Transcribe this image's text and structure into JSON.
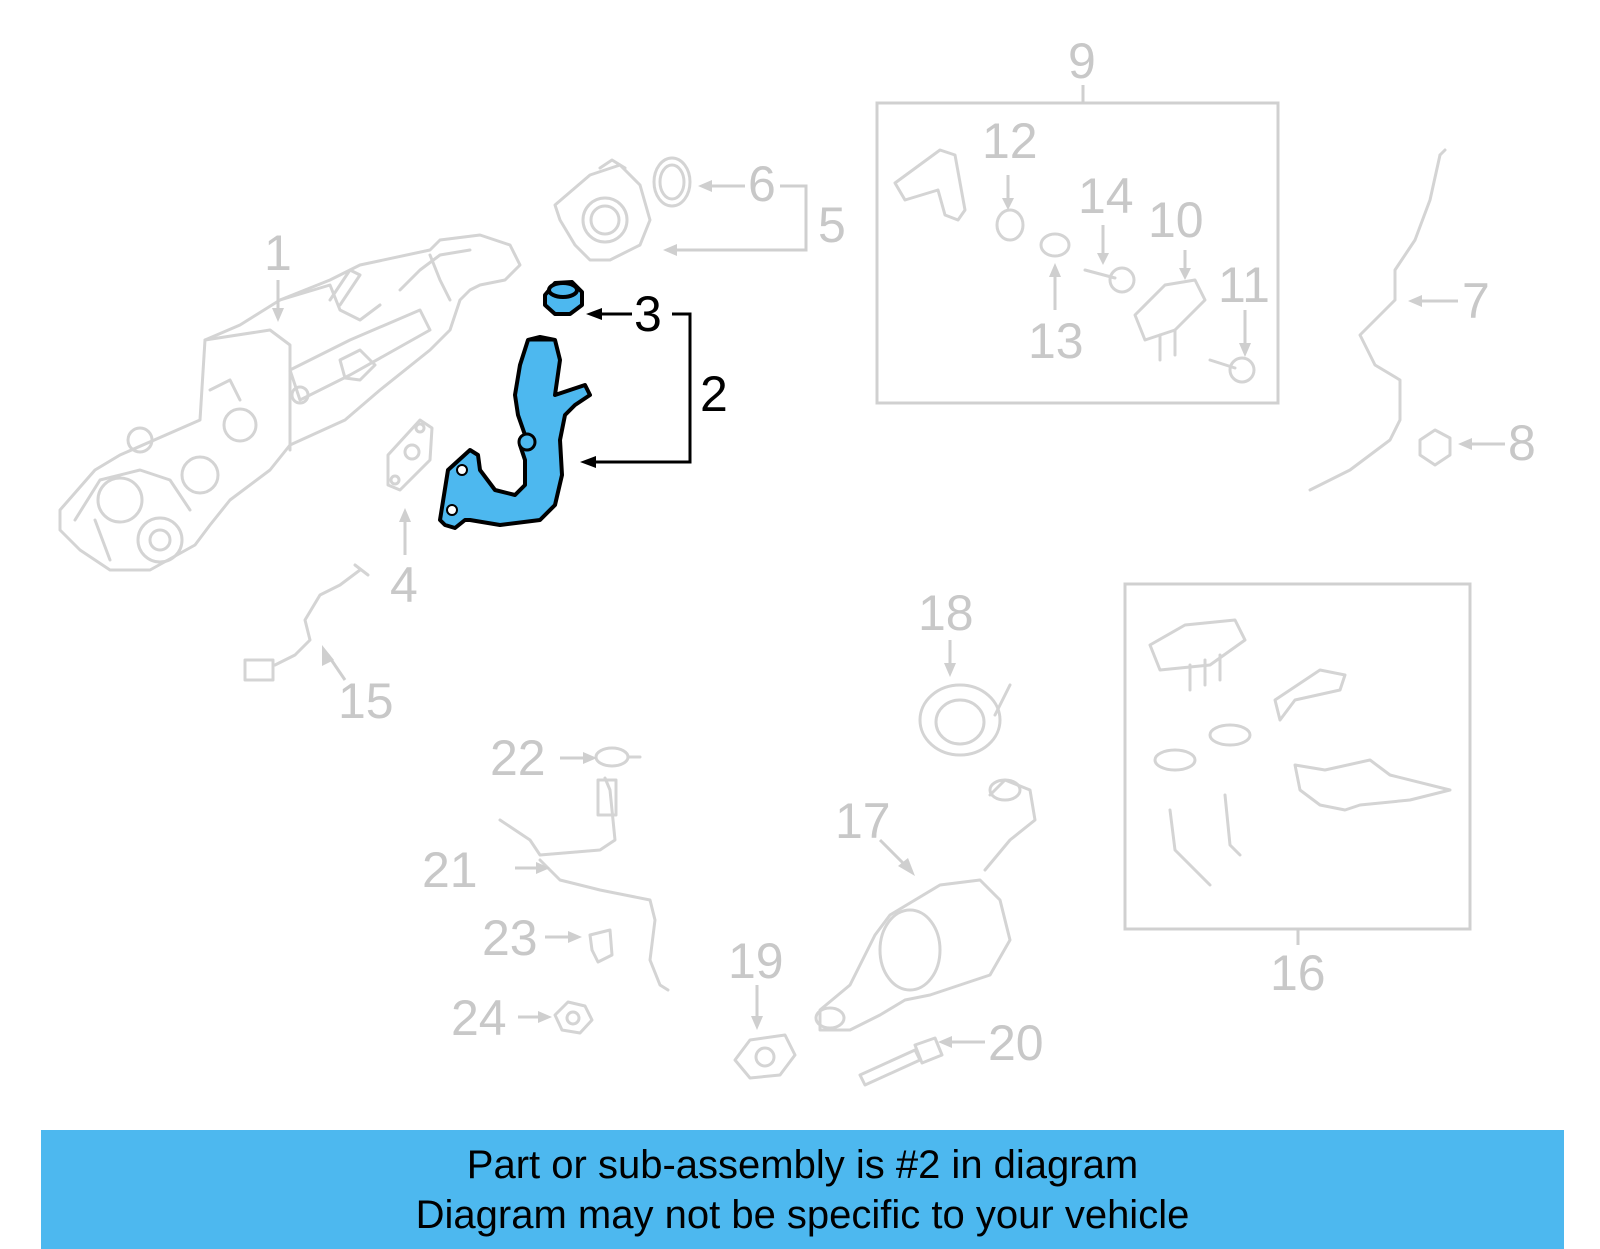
{
  "diagram": {
    "highlighted_part": "2",
    "colors": {
      "highlight_fill": "#4db8ef",
      "highlight_stroke": "#000000",
      "ghost_parts": "#d4d4d4",
      "callout_numbers": "#c8c8c8",
      "banner_bg": "#4db8ef"
    },
    "callouts": {
      "c1": "1",
      "c2": "2",
      "c3": "3",
      "c4": "4",
      "c5": "5",
      "c6": "6",
      "c7": "7",
      "c8": "8",
      "c9": "9",
      "c10": "10",
      "c11": "11",
      "c12": "12",
      "c13": "13",
      "c14": "14",
      "c15": "15",
      "c16": "16",
      "c17": "17",
      "c18": "18",
      "c19": "19",
      "c20": "20",
      "c21": "21",
      "c22": "22",
      "c23": "23",
      "c24": "24"
    }
  },
  "banner": {
    "line1": "Part or sub-assembly is #2 in diagram",
    "line2": "Diagram may not be specific to your vehicle"
  }
}
